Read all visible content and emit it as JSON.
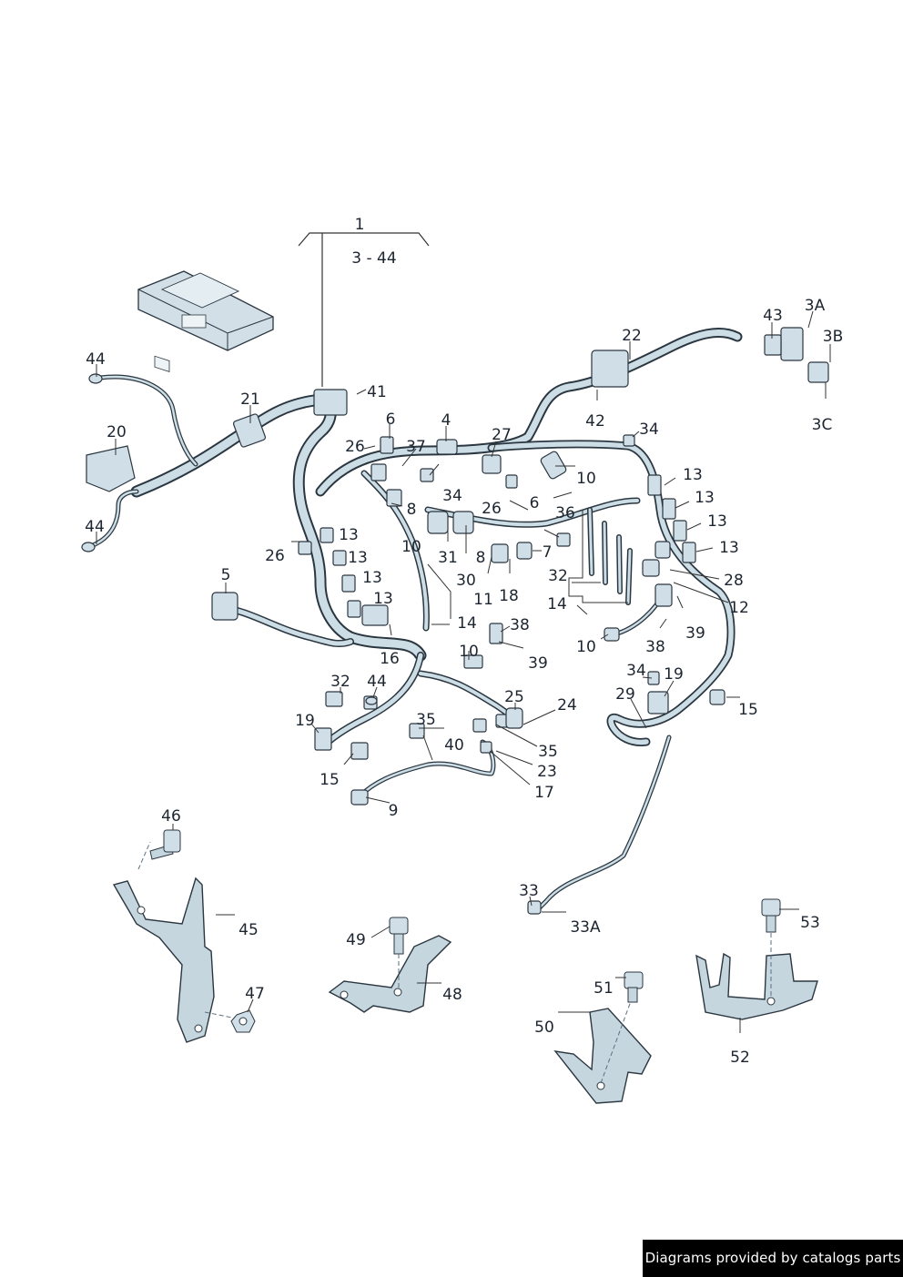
{
  "group_label": {
    "number": "1",
    "range": "3 - 44"
  },
  "callouts": {
    "c3A": "3A",
    "c3B": "3B",
    "c3C": "3C",
    "c4": "4",
    "c5": "5",
    "c6a": "6",
    "c6b": "6",
    "c7": "7",
    "c8a": "8",
    "c8b": "8",
    "c9": "9",
    "c10a": "10",
    "c10b": "10",
    "c10c": "10",
    "c10d": "10",
    "c11": "11",
    "c12": "12",
    "c13a": "13",
    "c13b": "13",
    "c13c": "13",
    "c13d": "13",
    "c13e": "13",
    "c13f": "13",
    "c13g": "13",
    "c13h": "13",
    "c14a": "14",
    "c14b": "14",
    "c15a": "15",
    "c15b": "15",
    "c16": "16",
    "c17": "17",
    "c18": "18",
    "c19a": "19",
    "c19b": "19",
    "c20": "20",
    "c21": "21",
    "c22": "22",
    "c23": "23",
    "c24": "24",
    "c25": "25",
    "c26a": "26",
    "c26b": "26",
    "c26c": "26",
    "c27": "27",
    "c28": "28",
    "c29": "29",
    "c30": "30",
    "c31": "31",
    "c32a": "32",
    "c32b": "32",
    "c33": "33",
    "c33A": "33A",
    "c34a": "34",
    "c34b": "34",
    "c34c": "34",
    "c35a": "35",
    "c35b": "35",
    "c36": "36",
    "c37": "37",
    "c38a": "38",
    "c38b": "38",
    "c39a": "39",
    "c39b": "39",
    "c40": "40",
    "c41": "41",
    "c42": "42",
    "c43": "43",
    "c44a": "44",
    "c44b": "44",
    "c44c": "44",
    "c45": "45",
    "c46": "46",
    "c47": "47",
    "c48": "48",
    "c49": "49",
    "c50": "50",
    "c51": "51",
    "c52": "52",
    "c53": "53"
  },
  "colors": {
    "harness_outline": "#2a3640",
    "harness_fill": "#ccdde6",
    "bracket_fill": "#c6d6df",
    "ecu_fill": "#d3dfe6"
  },
  "footer": {
    "text": "Diagrams provided by catalogs parts"
  }
}
